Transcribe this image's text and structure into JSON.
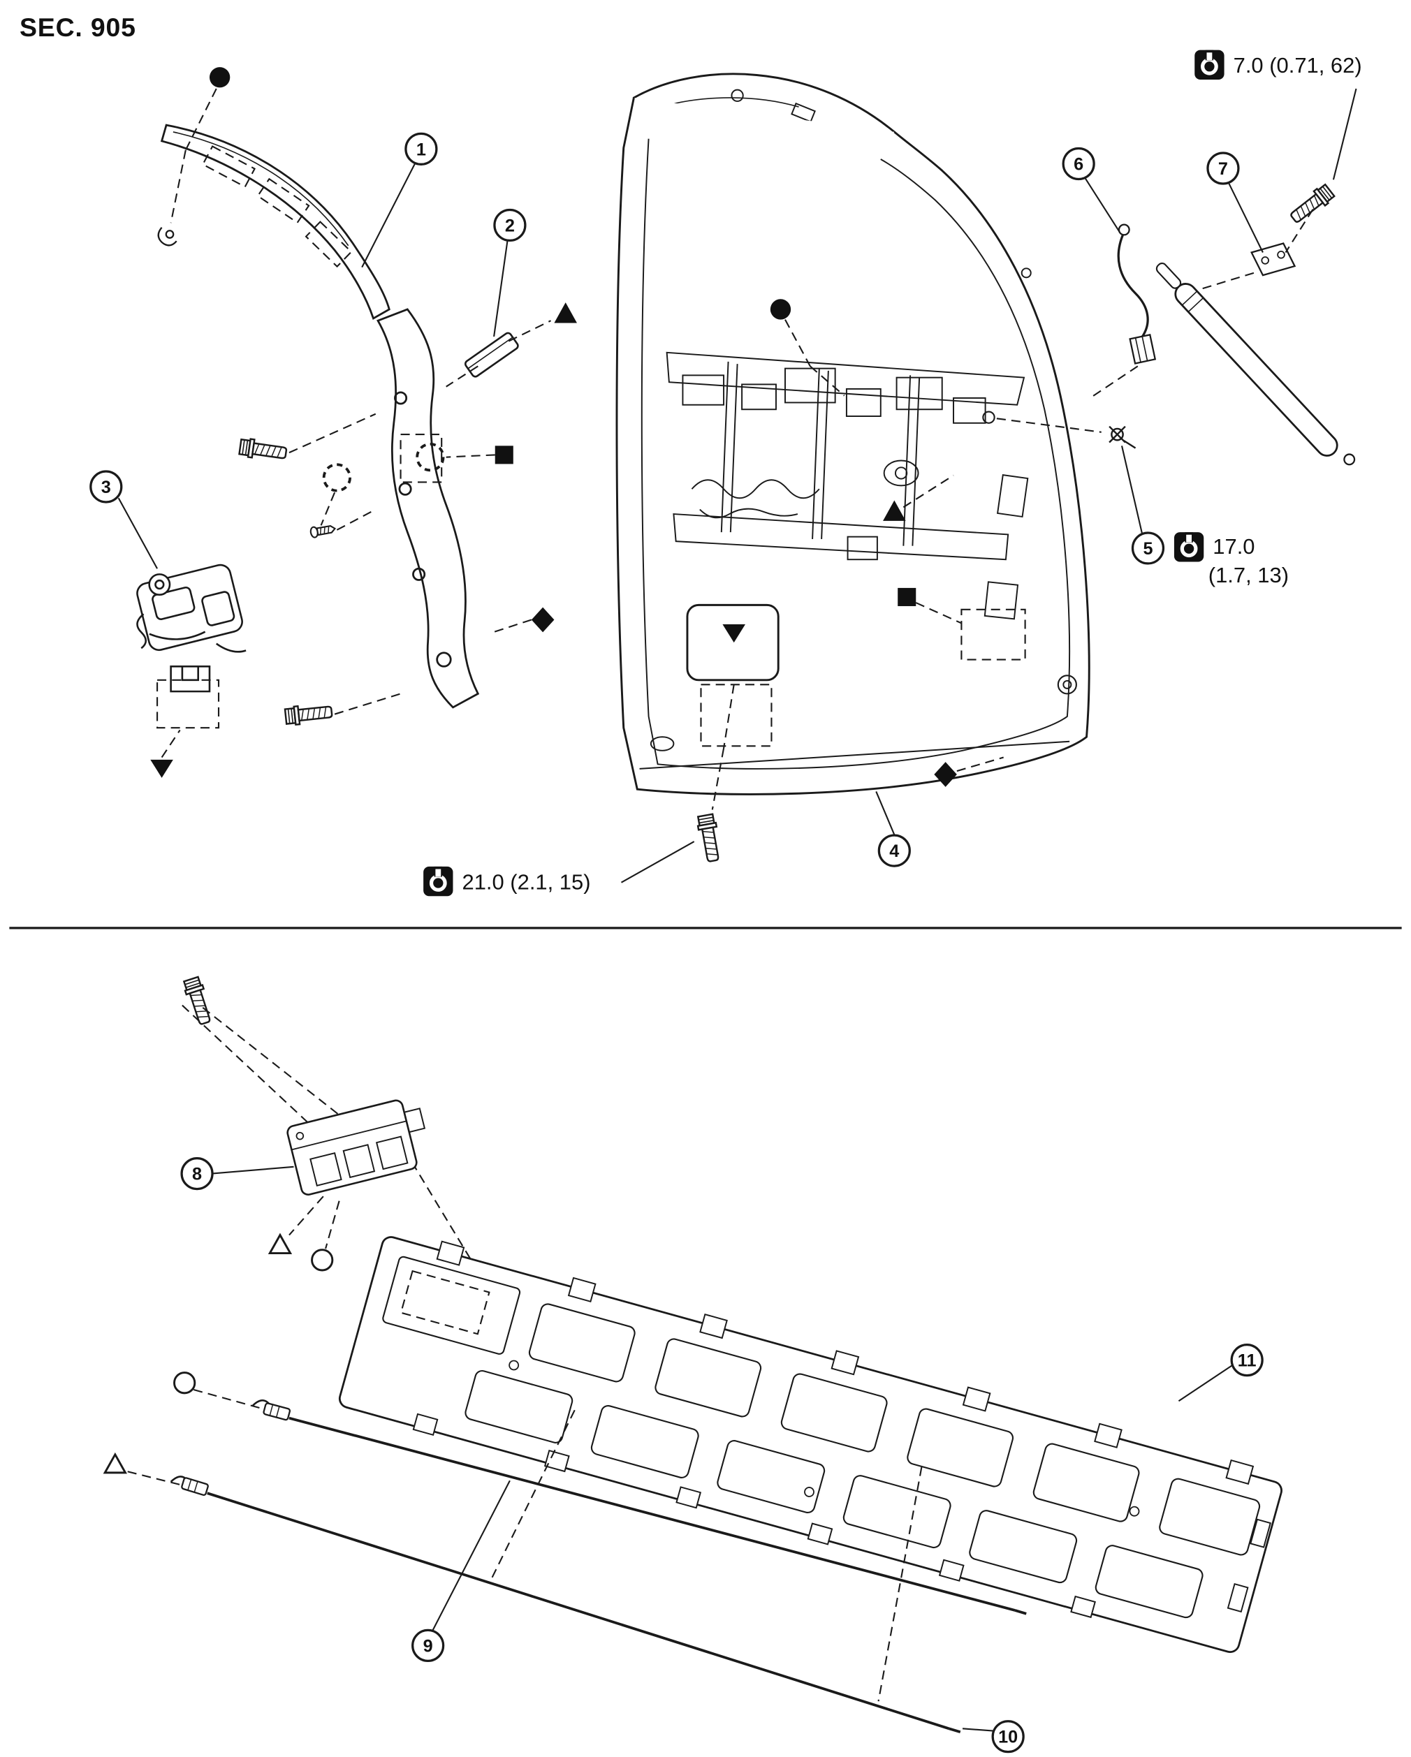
{
  "page": {
    "section_title": "SEC. 905"
  },
  "callouts": [
    {
      "num": "1"
    },
    {
      "num": "2"
    },
    {
      "num": "3"
    },
    {
      "num": "4"
    },
    {
      "num": "5"
    },
    {
      "num": "6"
    },
    {
      "num": "7"
    },
    {
      "num": "8"
    },
    {
      "num": "9"
    },
    {
      "num": "10"
    },
    {
      "num": "11"
    }
  ],
  "torque_specs": [
    {
      "icon": "wrench-icon",
      "text": "7.0 (0.71, 62)"
    },
    {
      "icon": "wrench-icon",
      "text": "17.0",
      "text2": "(1.7, 13)"
    },
    {
      "icon": "wrench-icon",
      "text": "21.0 (2.1, 15)"
    }
  ],
  "markers": {
    "filled_circle": "●",
    "filled_square": "■",
    "filled_diamond": "◆",
    "filled_triangle_up": "▲",
    "filled_triangle_down": "▼",
    "open_circle": "○",
    "open_triangle": "△"
  },
  "colors": {
    "line": "#1a1a1a",
    "background": "#ffffff"
  }
}
